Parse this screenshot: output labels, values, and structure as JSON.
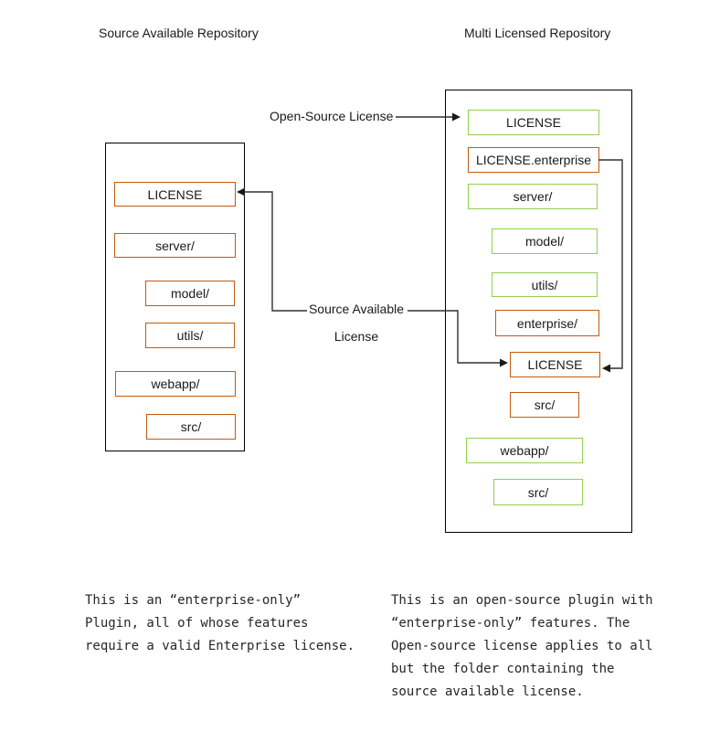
{
  "titles": {
    "left": "Source Available Repository",
    "right": "Multi Licensed Repository"
  },
  "connector_labels": {
    "open_source": "Open-Source License",
    "source_available_line1": "Source Available",
    "source_available_line2": "License"
  },
  "repos": {
    "left": {
      "items": [
        {
          "label": "LICENSE",
          "color": "orange"
        },
        {
          "label": "server/",
          "color": "orange"
        },
        {
          "label": "model/",
          "color": "orange"
        },
        {
          "label": "utils/",
          "color": "orange"
        },
        {
          "label": "webapp/",
          "color": "orange"
        },
        {
          "label": "src/",
          "color": "orange"
        }
      ]
    },
    "right": {
      "items": [
        {
          "label": "LICENSE",
          "color": "green"
        },
        {
          "label": "LICENSE.enterprise",
          "color": "orange"
        },
        {
          "label": "server/",
          "color": "green"
        },
        {
          "label": "model/",
          "color": "green"
        },
        {
          "label": "utils/",
          "color": "green"
        },
        {
          "label": "enterprise/",
          "color": "orange"
        },
        {
          "label": "LICENSE",
          "color": "orange"
        },
        {
          "label": "src/",
          "color": "orange"
        },
        {
          "label": "webapp/",
          "color": "green"
        },
        {
          "label": "src/",
          "color": "green"
        }
      ]
    }
  },
  "captions": {
    "left": [
      "This is an “enterprise-only”",
      "Plugin, all of whose features",
      "require a valid Enterprise license."
    ],
    "right": [
      "This is an open-source plugin with",
      "“enterprise-only” features. The",
      "Open-source license applies to all",
      "but the folder containing the",
      "source available license."
    ]
  },
  "colors": {
    "orange": "#C55A11",
    "green": "#92D050",
    "line": "#303030"
  }
}
